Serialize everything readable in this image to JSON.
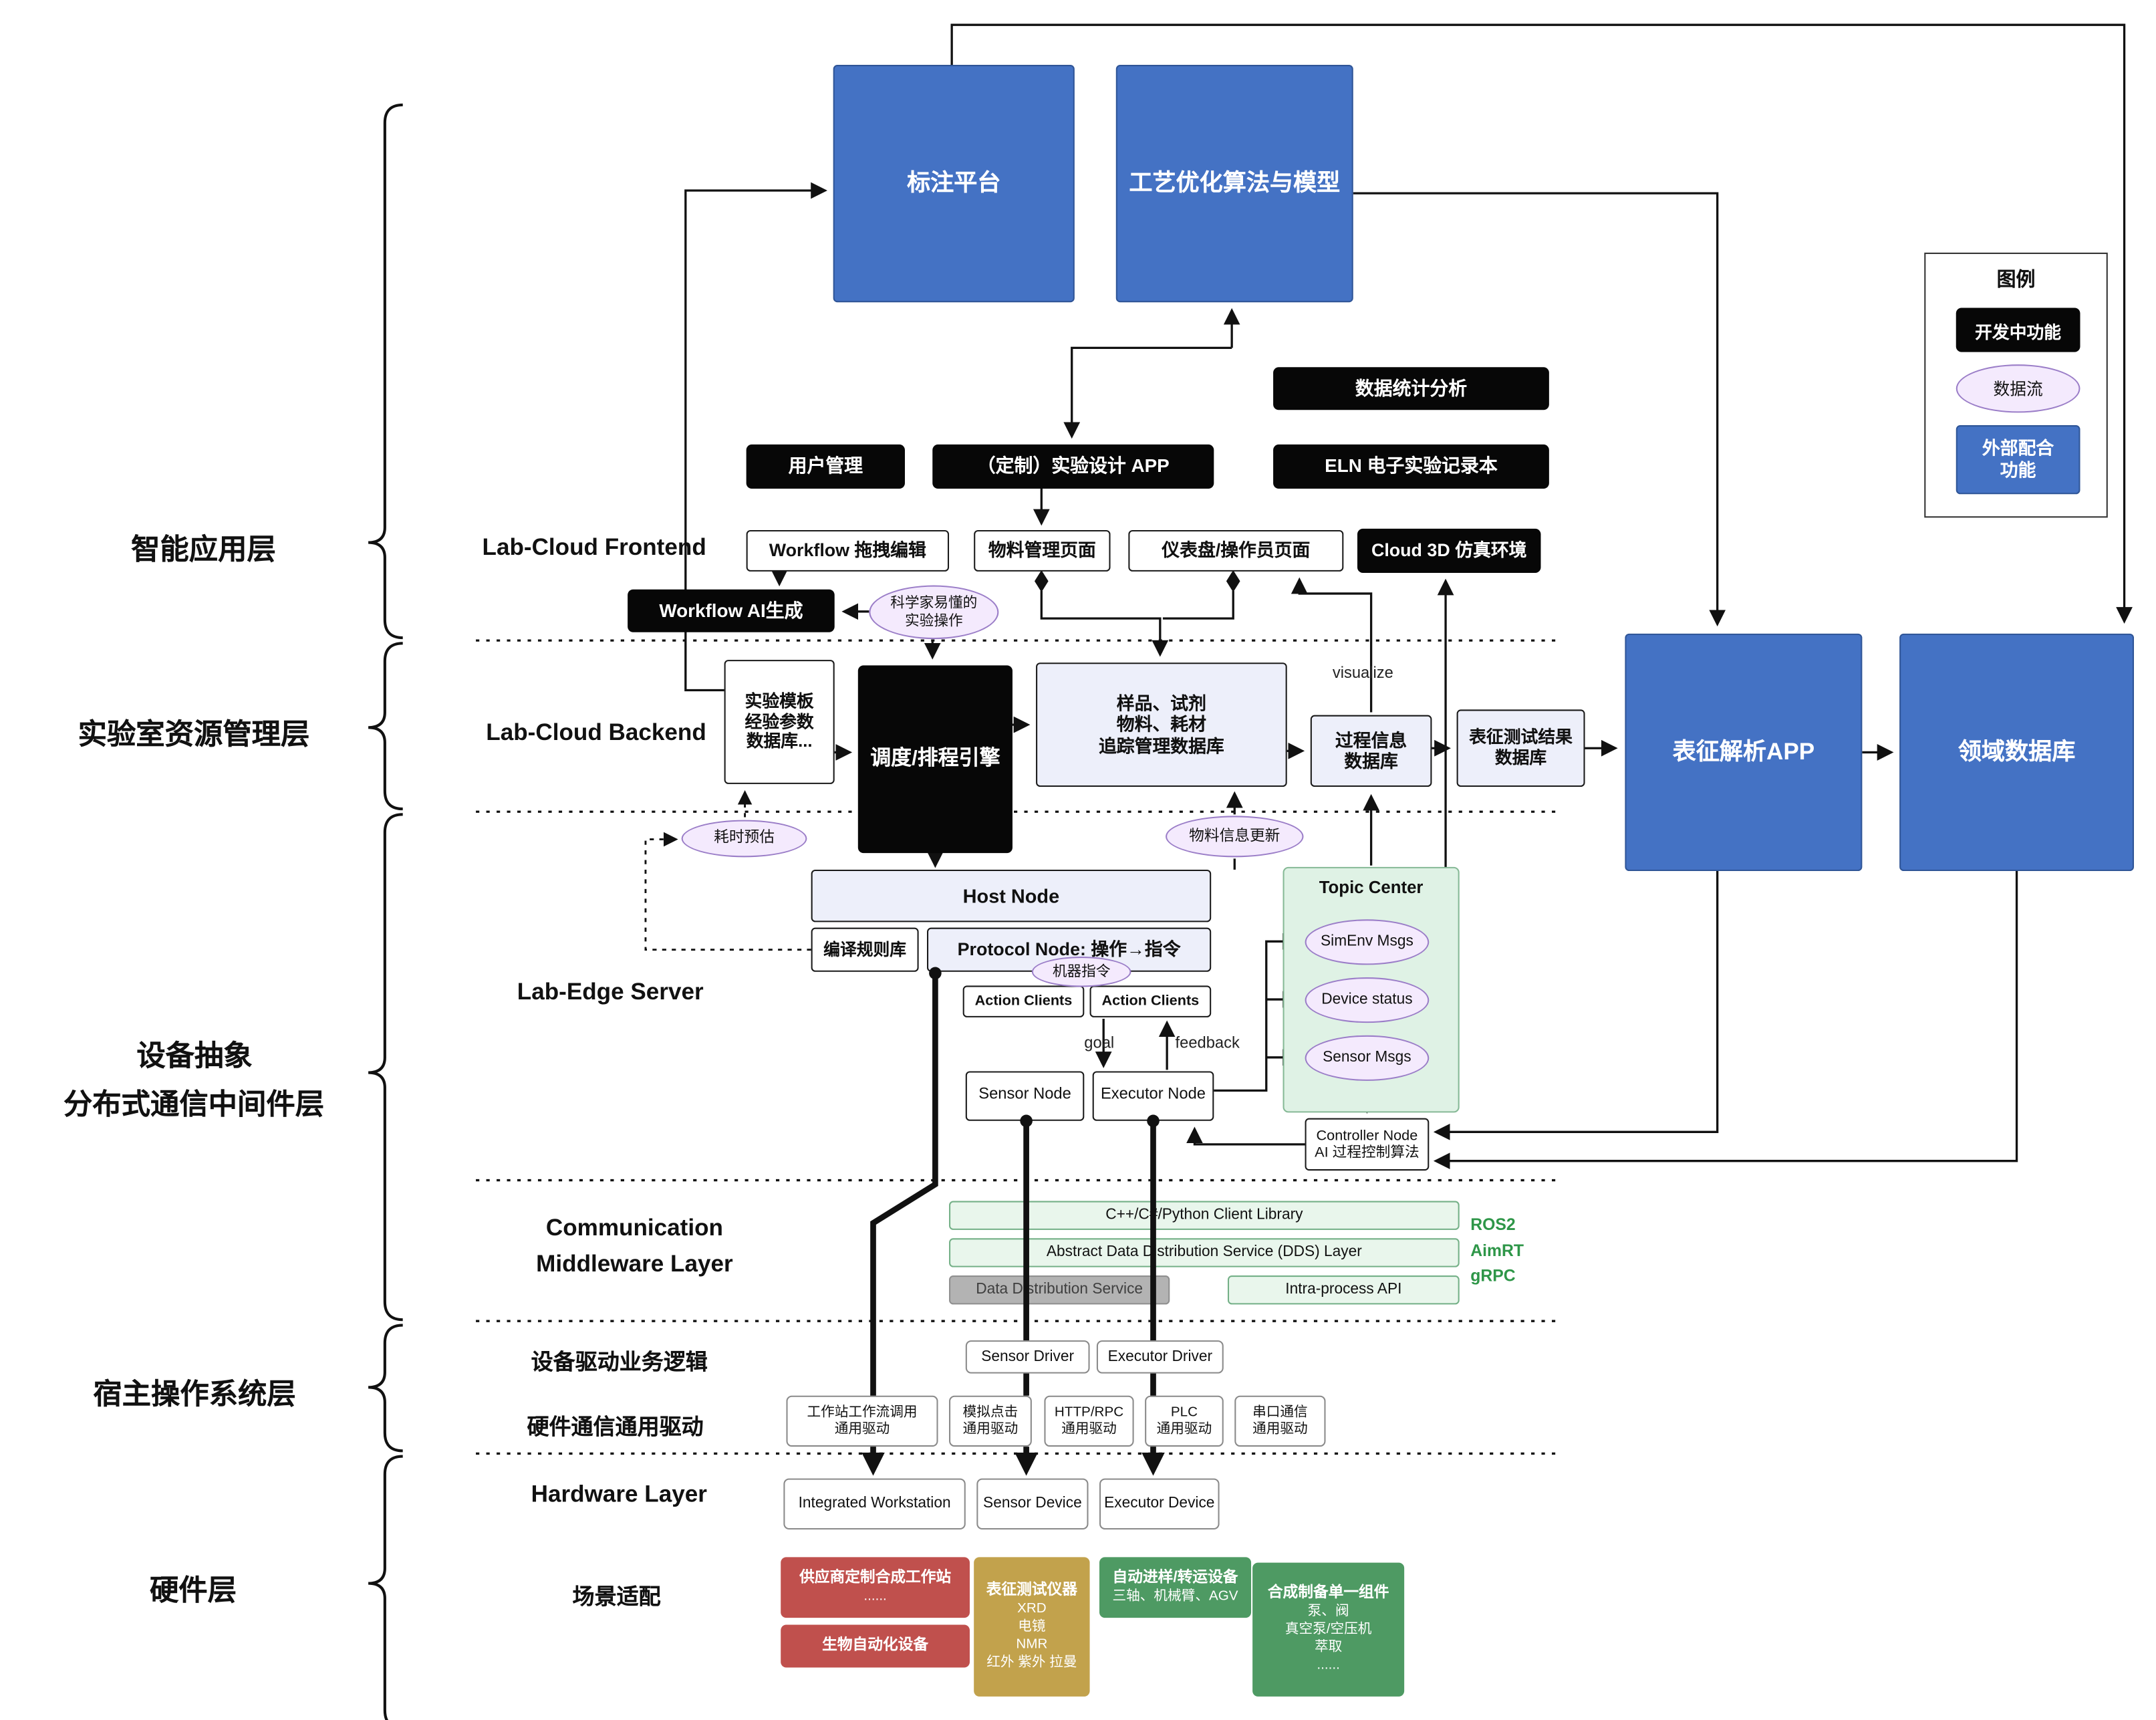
{
  "colors": {
    "blue_external": "#4472C4",
    "black_dev": "#070707",
    "lavender_db": "#EDEFFA",
    "purple_flow_fill": "#F4EAFD",
    "purple_flow_border": "#9B7EC8",
    "green_middleware": "#E9F6EC",
    "topic_green": "#DFF2E5",
    "gray_dds": "#B3B3B3",
    "red_hw": "#C0504D",
    "gold_hw": "#C2A24C",
    "green_hw": "#4E9A63",
    "ros_text_green": "#2E9648"
  },
  "legend": {
    "title": "图例",
    "dev": "开发中功能",
    "flow": "数据流",
    "external": "外部配合\n功能"
  },
  "layer_labels": {
    "app": "智能应用层",
    "resource": "实验室资源管理层",
    "abstraction1": "设备抽象",
    "abstraction2": "分布式通信中间件层",
    "host_os": "宿主操作系统层",
    "hardware": "硬件层"
  },
  "section_labels": {
    "frontend": "Lab-Cloud Frontend",
    "backend": "Lab-Cloud Backend",
    "edge": "Lab-Edge Server",
    "comm": "Communication\nMiddleware Layer",
    "driver_logic": "设备驱动业务逻辑",
    "hw_comm": "硬件通信通用驱动",
    "hardware": "Hardware Layer",
    "scene": "场景适配"
  },
  "nodes": {
    "annotation_platform": "标注平台",
    "process_opt": "工艺优化算法与模型",
    "data_stats": "数据统计分析",
    "user_mgmt": "用户管理",
    "custom_app": "（定制）实验设计 APP",
    "eln": "ELN 电子实验记录本",
    "workflow_edit": "Workflow 拖拽编辑",
    "material_page": "物料管理页面",
    "dashboard_page": "仪表盘/操作员页面",
    "cloud3d": "Cloud 3D 仿真环境",
    "workflow_ai": "Workflow AI生成",
    "sci_ops": "科学家易懂的\n实验操作",
    "template_db": "实验模板\n经验参数\n数据库...",
    "scheduler": "调度/排程引擎",
    "sample_db": "样品、试剂\n物料、耗材\n追踪管理数据库",
    "process_db": "过程信息\n数据库",
    "char_result_db": "表征测试结果\n数据库",
    "char_app": "表征解析APP",
    "domain_db": "领域数据库",
    "time_est": "耗时预估",
    "material_update": "物料信息更新",
    "host_node": "Host Node",
    "compile_rules": "编译规则库",
    "protocol_node": "Protocol Node: 操作→指令",
    "machine_cmd": "机器指令",
    "action_clients_left": "Action Clients",
    "action_clients_right": "Action Clients",
    "topic_center": "Topic Center",
    "simenv_msgs": "SimEnv Msgs",
    "device_status": "Device status",
    "sensor_msgs": "Sensor Msgs",
    "sensor_node": "Sensor Node",
    "executor_node": "Executor Node",
    "controller_node": "Controller Node\nAI 过程控制算法",
    "client_lib": "C++/C#/Python Client Library",
    "dds_layer": "Abstract Data Distribution Service (DDS) Layer",
    "dds_service": "Data Distribution Service",
    "intra_api": "Intra-process API",
    "sensor_driver": "Sensor Driver",
    "executor_driver": "Executor Driver",
    "ws_driver": "工作站工作流调用\n通用驱动",
    "click_driver": "模拟点击\n通用驱动",
    "http_driver": "HTTP/RPC\n通用驱动",
    "plc_driver": "PLC\n通用驱动",
    "serial_driver": "串口通信\n通用驱动",
    "integrated_ws": "Integrated Workstation",
    "sensor_device": "Sensor Device",
    "executor_device": "Executor Device",
    "vendor_ws": {
      "title": "供应商定制合成工作站",
      "body": "......"
    },
    "bio_auto": "生物自动化设备",
    "char_instr": {
      "title": "表征测试仪器",
      "body": "XRD\n电镜\nNMR\n红外 紫外 拉曼"
    },
    "feeder": {
      "title": "自动进样/转运设备",
      "body": "三轴、机械臂、AGV"
    },
    "synth_comp": {
      "title": "合成制备单一组件",
      "body": "泵、阀\n真空泵/空压机\n萃取\n......"
    }
  },
  "annotations": {
    "visualize": "visualize",
    "goal": "goal",
    "feedback": "feedback",
    "ros2": "ROS2",
    "aimrt": "AimRT",
    "grpc": "gRPC"
  }
}
